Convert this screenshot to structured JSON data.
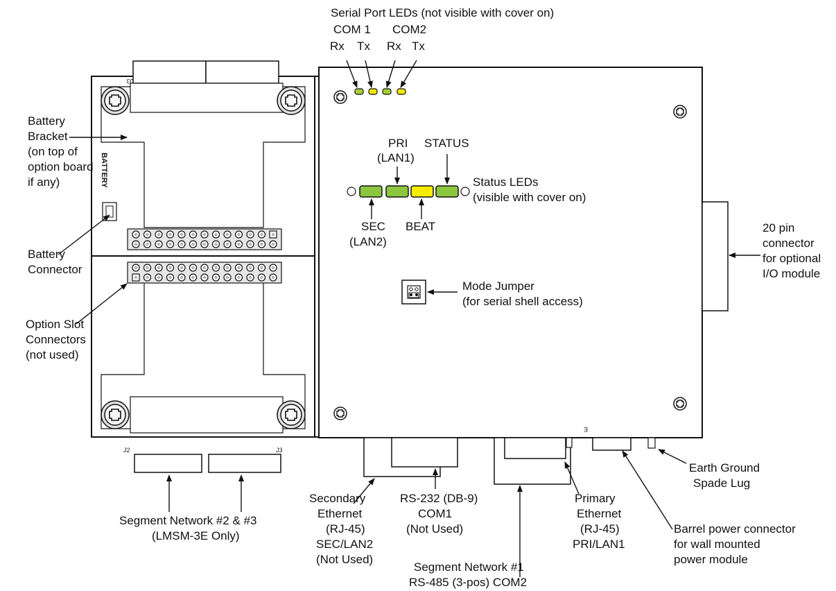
{
  "labels": {
    "serial_title": "Serial Port LEDs (not visible with cover on)",
    "com1": "COM 1",
    "com2": "COM2",
    "rx1": "Rx",
    "tx1": "Tx",
    "rx2": "Rx",
    "tx2": "Tx",
    "pri_l1": "PRI",
    "pri_l2": "(LAN1)",
    "status": "STATUS",
    "status_leds_l1": "Status LEDs",
    "status_leds_l2": "(visible with cover on)",
    "sec_l1": "SEC",
    "sec_l2": "(LAN2)",
    "beat": "BEAT",
    "battery_bracket": [
      "Battery",
      "Bracket",
      "(on top of",
      "option board",
      "if any)"
    ],
    "battery_connector": [
      "Battery",
      "Connector"
    ],
    "option_slot": [
      "Option Slot",
      "Connectors",
      "(not used)"
    ],
    "mode_jumper": [
      "Mode Jumper",
      "(for serial shell access)"
    ],
    "pin20": [
      "20 pin",
      "connector",
      "for optional",
      "I/O module"
    ],
    "seg23": [
      "Segment Network #2 & #3",
      "(LMSM-3E Only)"
    ],
    "secondary_eth": [
      "Secondary",
      "Ethernet",
      "(RJ-45)",
      "SEC/LAN2",
      "(Not Used)"
    ],
    "rs232": [
      "RS-232 (DB-9)",
      "COM1",
      "(Not Used)"
    ],
    "seg1": [
      "Segment Network #1",
      "RS-485 (3-pos) COM2"
    ],
    "primary_eth": [
      "Primary",
      "Ethernet",
      "(RJ-45)",
      "PRI/LAN1"
    ],
    "barrel": [
      "Barrel power connector",
      "for wall mounted",
      "power module"
    ],
    "earth": [
      "Earth Ground",
      "Spade Lug"
    ],
    "battery_text": "BATTERY",
    "silk_j3_top": "J3",
    "silk_j2": "J2",
    "silk_j3_bottom": "J3",
    "silk_e": "E"
  },
  "colors": {
    "led_green": "#8cc63f",
    "led_yellow": "#f5ec00",
    "serial_led_green": "#a6ce39",
    "serial_led_yellow": "#f2e800",
    "outline": "#1a1a1a",
    "pcb_gray": "#e6e6e6",
    "pin_gray": "#b3b3b3"
  },
  "icons": [
    "screw-icon",
    "led-icon",
    "header-pin-icon",
    "jumper-icon"
  ]
}
